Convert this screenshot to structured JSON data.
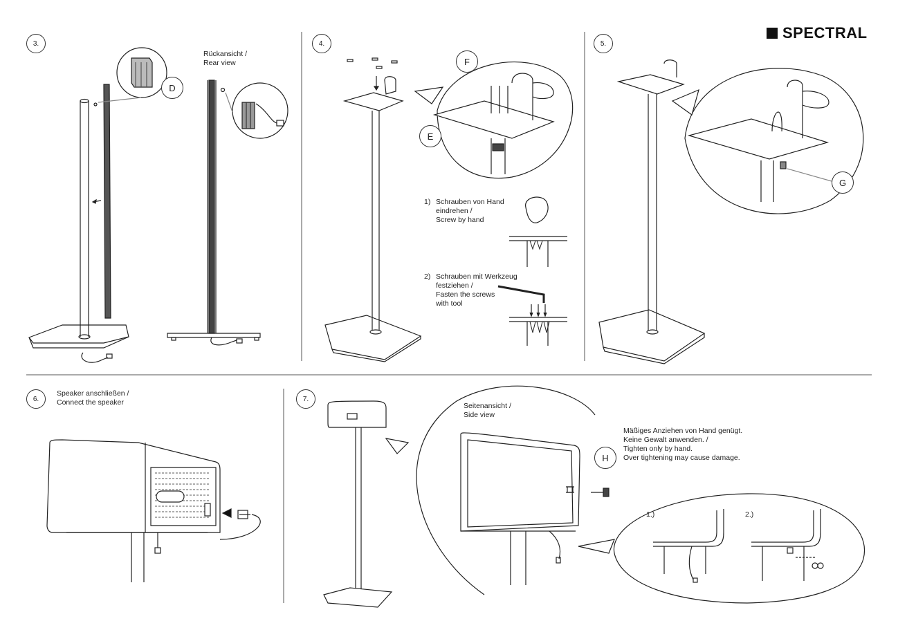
{
  "brand": {
    "name": "SPECTRAL"
  },
  "steps": {
    "s3": {
      "number": "3.",
      "rear_view_de": "Rückansicht /",
      "rear_view_en": "Rear view",
      "part": "D"
    },
    "s4": {
      "number": "4.",
      "part_f": "F",
      "part_e": "E",
      "sub1": {
        "index": "1)",
        "line1": "Schrauben von Hand",
        "line2": "eindrehen /",
        "line3": "Screw by hand"
      },
      "sub2": {
        "index": "2)",
        "line1": "Schrauben mit Werkzeug",
        "line2": "festziehen /",
        "line3": "Fasten the screws",
        "line4": "with tool"
      }
    },
    "s5": {
      "number": "5.",
      "part": "G"
    },
    "s6": {
      "number": "6.",
      "title_de": "Speaker anschließen /",
      "title_en": "Connect the speaker"
    },
    "s7": {
      "number": "7.",
      "side_view_de": "Seitenansicht /",
      "side_view_en": "Side view",
      "part": "H",
      "note": {
        "line1": "Mäßiges Anziehen von Hand genügt.",
        "line2": "Keine Gewalt anwenden.  /",
        "line3": "Tighten only by hand.",
        "line4": "Over tightening may cause damage."
      },
      "detail1": "1.)",
      "detail2": "2.)"
    }
  }
}
